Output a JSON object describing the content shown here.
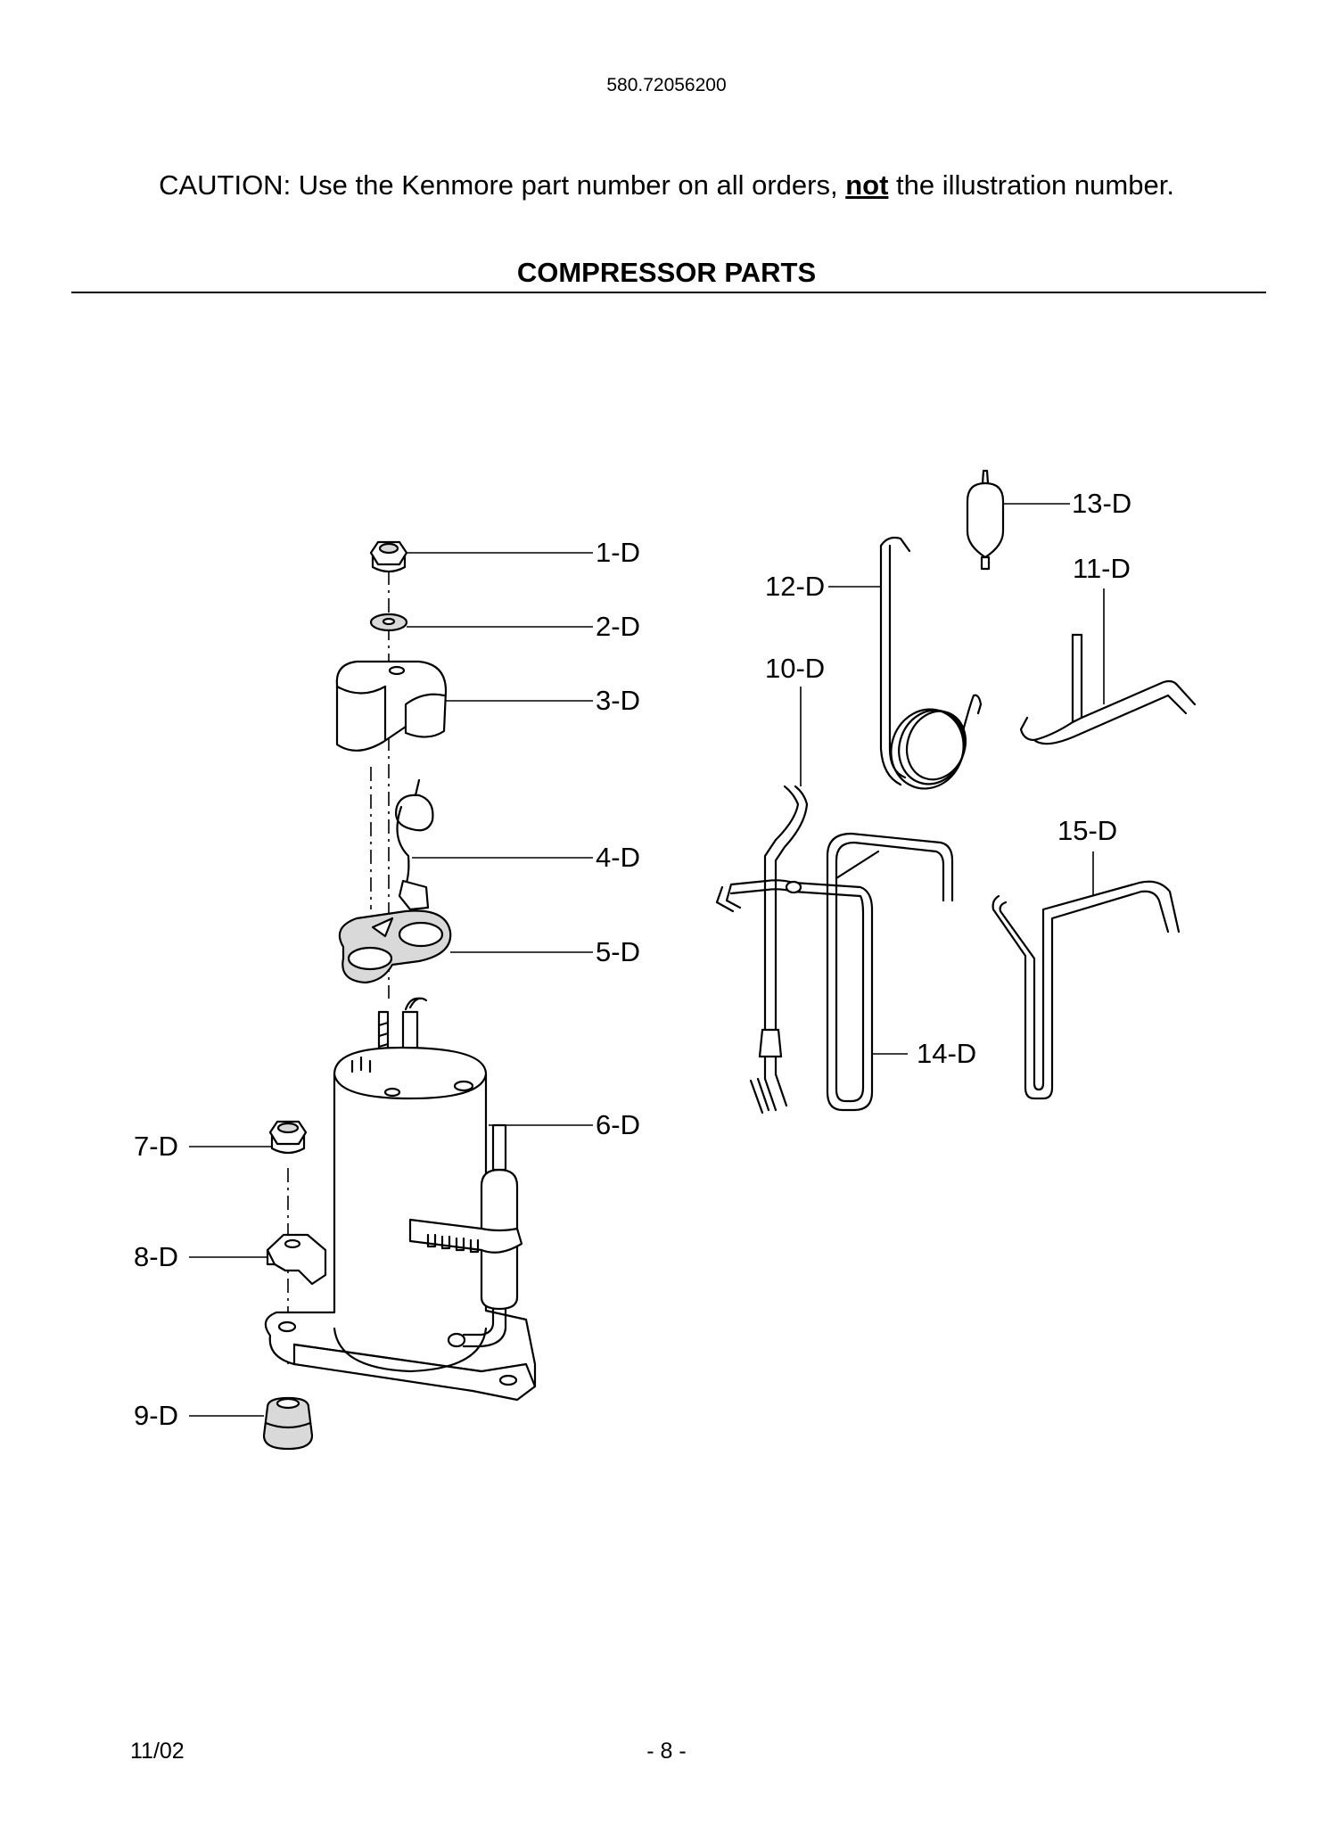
{
  "header": {
    "model_number": "580.72056200"
  },
  "caution": {
    "prefix": "CAUTION: Use the Kenmore part number on all orders, ",
    "emphasis": "not",
    "suffix": " the illustration number."
  },
  "section_title": "COMPRESSOR PARTS",
  "callouts": {
    "p1": "1-D",
    "p2": "2-D",
    "p3": "3-D",
    "p4": "4-D",
    "p5": "5-D",
    "p6": "6-D",
    "p7": "7-D",
    "p8": "8-D",
    "p9": "9-D",
    "p10": "10-D",
    "p11": "11-D",
    "p12": "12-D",
    "p13": "13-D",
    "p14": "14-D",
    "p15": "15-D"
  },
  "footer": {
    "date": "11/02",
    "page": "- 8 -"
  }
}
